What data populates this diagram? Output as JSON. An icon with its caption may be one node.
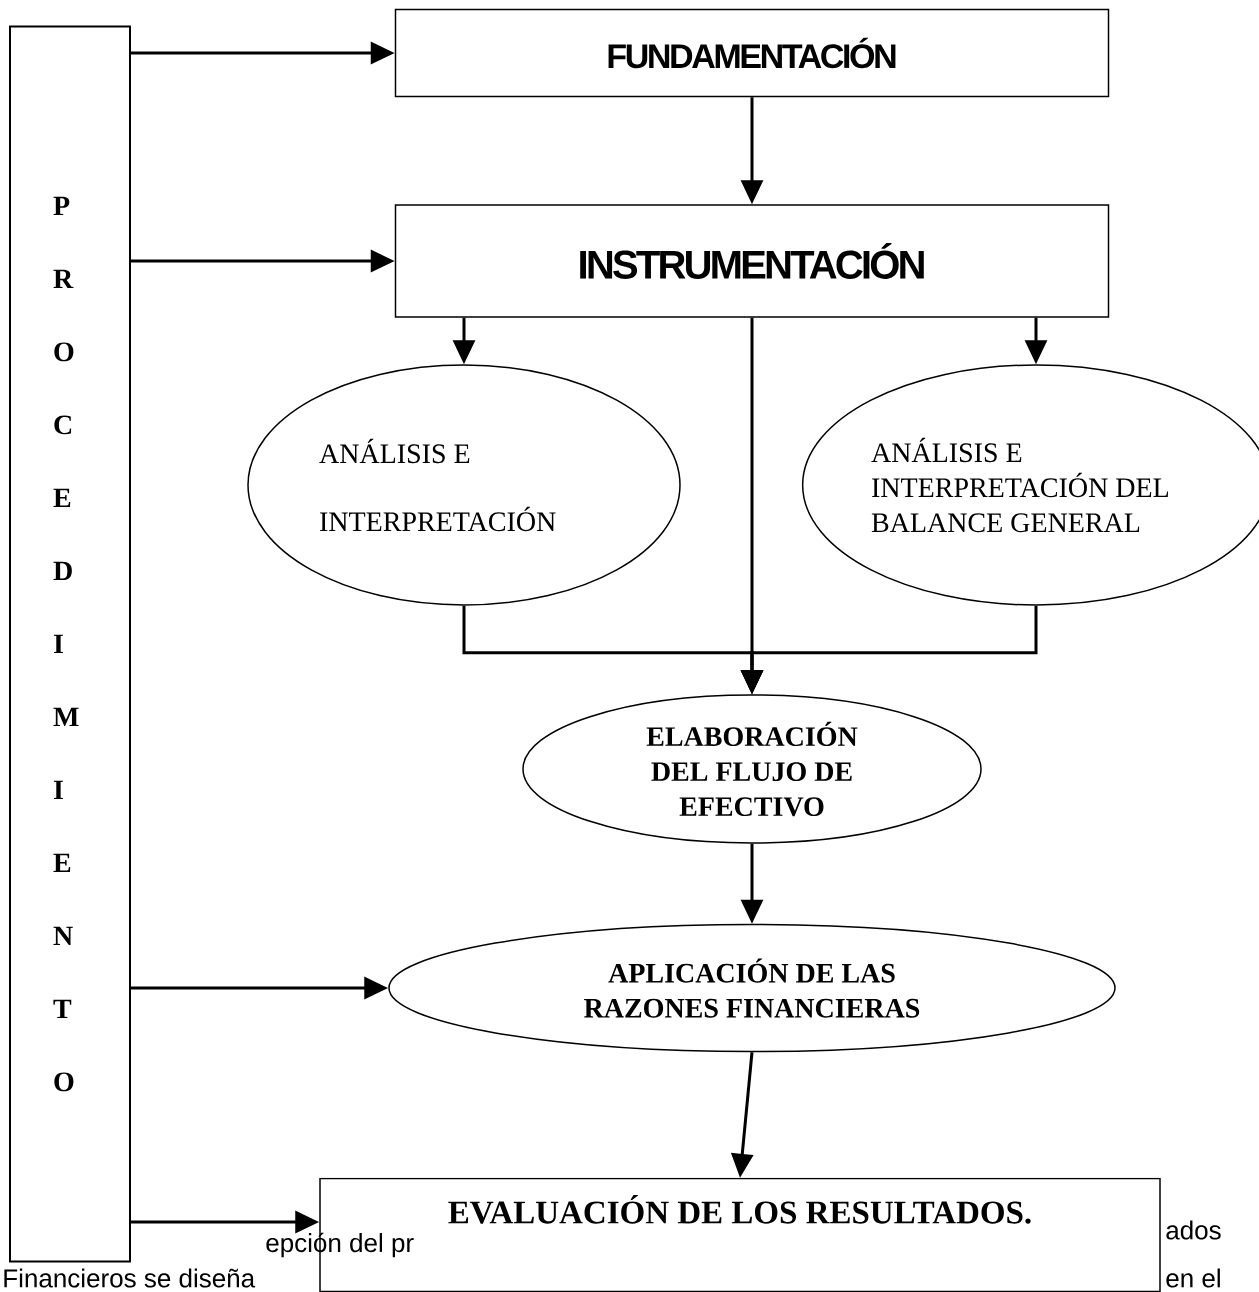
{
  "diagram": {
    "nodes": [
      {
        "text": [
          "P R O C E D I M I E N T O"
        ]
      },
      {
        "text": [
          "FUNDAMENTACIÓN"
        ]
      },
      {
        "text": [
          "INSTRUMENTACIÓN"
        ]
      },
      {
        "text": [
          "ANÁLISIS E INTERPRETACIÓN"
        ]
      },
      {
        "text": [
          "ANÁLISIS E INTERPRETACIÓN DEL BALANCE GENERAL"
        ]
      },
      {
        "text": [
          "ELABORACIÓN DEL FLUJO DE EFECTIVO"
        ]
      },
      {
        "text": [
          "APLICACIÓN DE LAS RAZONES FINANCIERAS"
        ]
      },
      {
        "text": [
          "EVALUACIÓN DE LOS RESULTADOS."
        ]
      }
    ],
    "edges": [
      {
        "from": 0,
        "to": 1,
        "arrow": "to"
      },
      {
        "from": 1,
        "to": 2,
        "arrow": "to"
      },
      {
        "from": 0,
        "to": 2,
        "arrow": "to"
      },
      {
        "from": 2,
        "to": 3,
        "arrow": "to"
      },
      {
        "from": 2,
        "to": 4,
        "arrow": "to"
      },
      {
        "from": 2,
        "to": 5,
        "arrow": "to"
      },
      {
        "from": 3,
        "to": 5,
        "arrow": "to"
      },
      {
        "from": 4,
        "to": 5,
        "arrow": "to"
      },
      {
        "from": 5,
        "to": 6,
        "arrow": "to"
      },
      {
        "from": 0,
        "to": 6,
        "arrow": "to"
      },
      {
        "from": 6,
        "to": 7,
        "arrow": "to"
      },
      {
        "from": 0,
        "to": 7,
        "arrow": "to"
      }
    ],
    "labels": [
      "epción del pr",
      "ados",
      "Financieros se diseña",
      "en el"
    ]
  }
}
